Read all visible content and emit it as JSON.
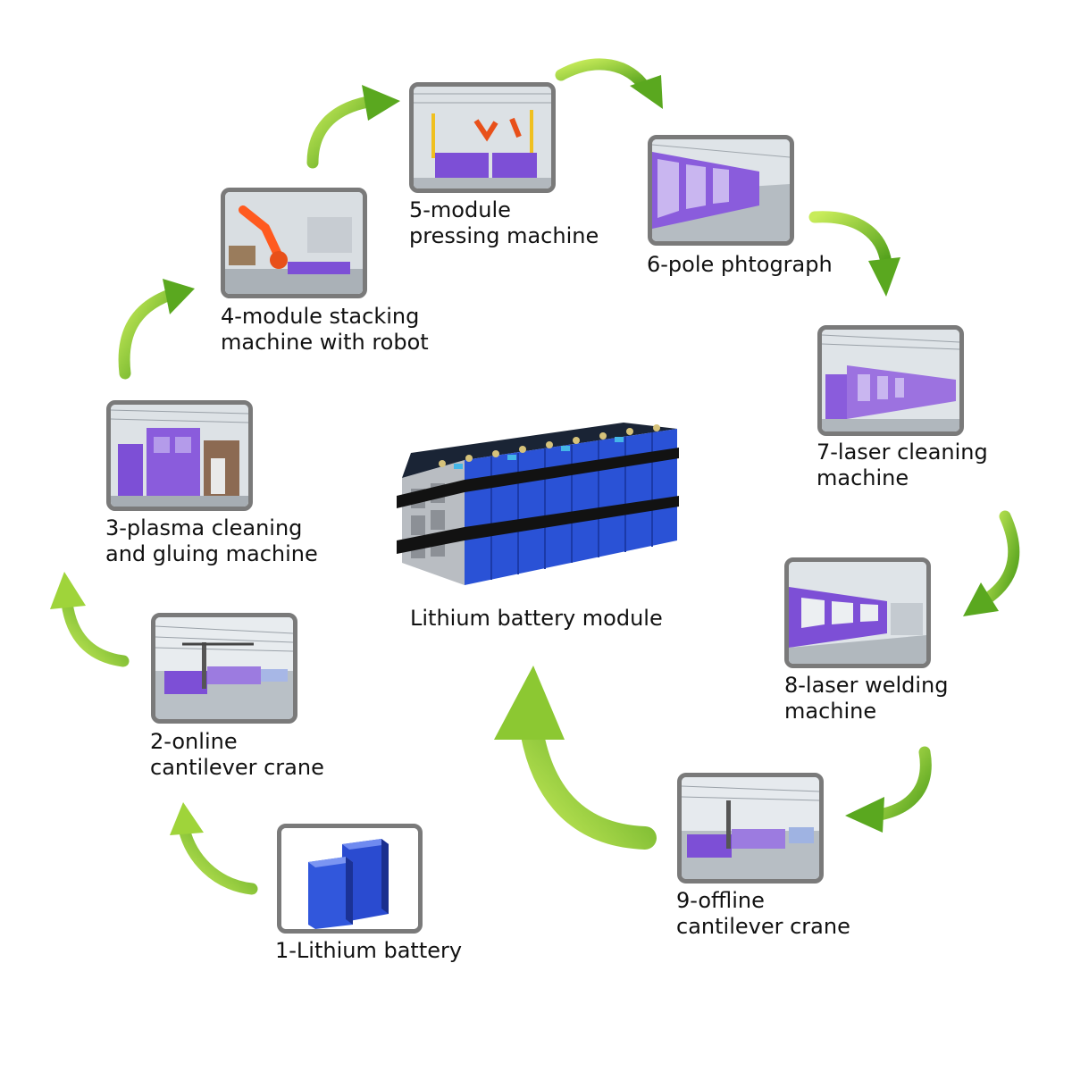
{
  "center": {
    "label": "Lithium battery module"
  },
  "steps": [
    {
      "line1": "1-Lithium battery",
      "line2": ""
    },
    {
      "line1": "2-online",
      "line2": "cantilever crane"
    },
    {
      "line1": "3-plasma cleaning",
      "line2": "and gluing machine"
    },
    {
      "line1": "4-module stacking",
      "line2": "machine with robot"
    },
    {
      "line1": "5-module",
      "line2": "pressing machine"
    },
    {
      "line1": "6-pole phtograph",
      "line2": ""
    },
    {
      "line1": "7-laser cleaning",
      "line2": "machine"
    },
    {
      "line1": "8-laser welding",
      "line2": "machine"
    },
    {
      "line1": "9-offline",
      "line2": "cantilever crane"
    }
  ],
  "colors": {
    "arrow_light": "#b6e04a",
    "arrow_dark": "#5aa81f",
    "machine_purple": "#7d4fd6",
    "cell_blue": "#2448c8",
    "frame_gray": "#7a7a7a"
  }
}
